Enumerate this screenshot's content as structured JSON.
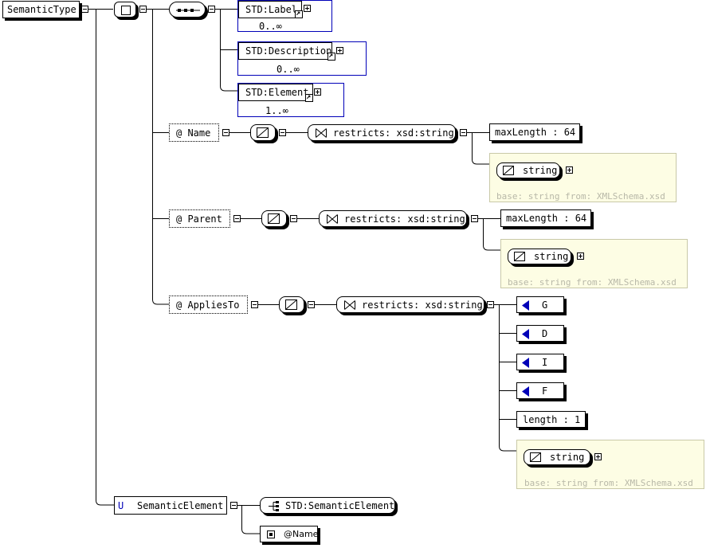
{
  "root": {
    "label": "SemanticType"
  },
  "sequence": {
    "elements": [
      {
        "label": "STD:Label",
        "occurs": "0..∞"
      },
      {
        "label": "STD:Description",
        "occurs": "0..∞"
      },
      {
        "label": "STD:Element",
        "occurs": "1..∞"
      }
    ]
  },
  "attributes": [
    {
      "label": "@  Name",
      "restriction": "restricts: xsd:string",
      "facets": [
        "maxLength : 64"
      ],
      "base_type": "string",
      "base_note": "base: string from: XMLSchema.xsd"
    },
    {
      "label": "@  Parent",
      "restriction": "restricts: xsd:string",
      "facets": [
        "maxLength : 64"
      ],
      "base_type": "string",
      "base_note": "base: string from: XMLSchema.xsd"
    },
    {
      "label": "@  AppliesTo",
      "restriction": "restricts: xsd:string",
      "enumerations": [
        "G",
        "D",
        "I",
        "F"
      ],
      "facets": [
        "length : 1"
      ],
      "base_type": "string",
      "base_note": "base: string from: XMLSchema.xsd"
    }
  ],
  "unique": {
    "marker": "U",
    "label": "SemanticElement",
    "selector": "STD:SemanticElement",
    "field": "@Name"
  },
  "colors": {
    "element_border": "#0000b8",
    "enum_arrow": "#0000b8",
    "base_bg": "#fdfde4"
  },
  "icons": [
    "expand-minus-icon",
    "expand-plus-icon",
    "reference-arrow-icon",
    "sequence-icon",
    "choice-box-icon",
    "simple-type-icon",
    "restriction-icon",
    "enumeration-icon",
    "selector-icon",
    "field-icon"
  ]
}
